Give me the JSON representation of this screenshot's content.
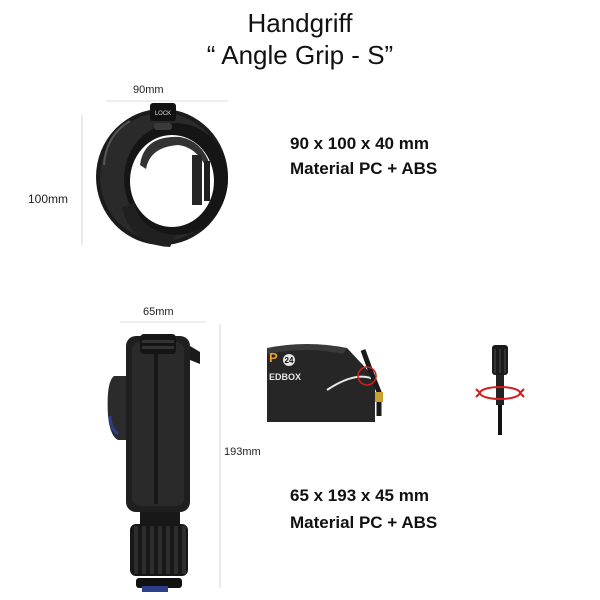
{
  "header": {
    "title_line1": "Handgriff",
    "title_line2": "“ Angle Grip - S”"
  },
  "ring_product": {
    "width_label": "90mm",
    "height_label": "100mm",
    "lock_label": "LOCK",
    "dimensions": "90 x 100 x 40 mm",
    "material": "Material PC + ABS"
  },
  "grip_product": {
    "width_label": "65mm",
    "height_label": "193mm",
    "dimensions": "65 x 193 x 45 mm",
    "material": "Material PC + ABS"
  },
  "detail_photo": {
    "number_badge": "24",
    "brand_fragment": "P",
    "text_fragment": "EDBOX"
  }
}
